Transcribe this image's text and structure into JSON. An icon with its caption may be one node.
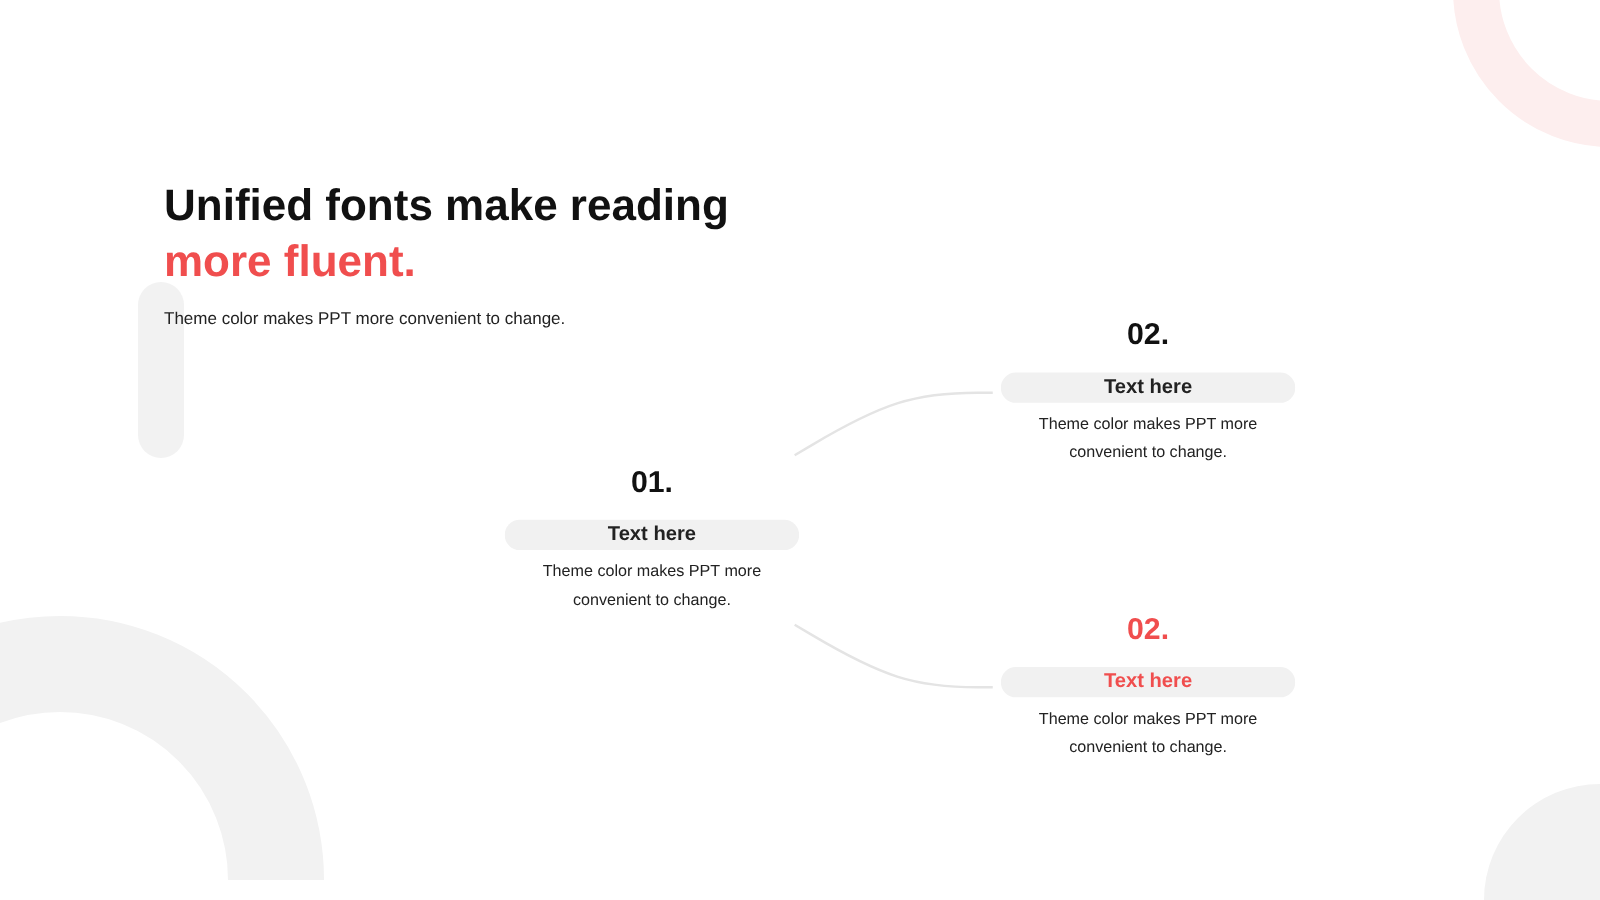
{
  "diagram": {
    "title": "Unified fonts make reading more fluent.",
    "nodes": [
      {
        "text": [
          "01.",
          "Text here"
        ],
        "beside": [
          "Theme color makes PPT more convenient to change."
        ]
      },
      {
        "text": [
          "02.",
          "Text here"
        ],
        "beside": [
          "Theme color makes PPT more convenient to change."
        ]
      },
      {
        "text": [
          "02.",
          "Text here"
        ],
        "beside": [
          "Theme color makes PPT more convenient to change."
        ]
      }
    ],
    "edges": [
      {
        "from": 0,
        "to": 1,
        "arrow": "none"
      },
      {
        "from": 0,
        "to": 2,
        "arrow": "none"
      }
    ],
    "labels": [
      "Theme color makes PPT more convenient to change."
    ]
  }
}
